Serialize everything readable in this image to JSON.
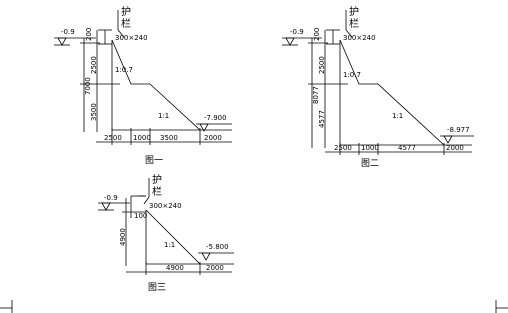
{
  "diagrams": [
    {
      "id": "fig1",
      "caption": "图一",
      "rail_label_1": "护",
      "rail_label_2": "栏",
      "top_level": "-0.9",
      "bottom_level": "-7.900",
      "beam_size": "300×240",
      "dim_top": "200",
      "dim_upper": "2500",
      "dim_lower": "3500",
      "dim_total": "7000",
      "slope_upper": "1:0.7",
      "slope_lower": "1:1",
      "bottom_dims": [
        "2500",
        "1000",
        "3500",
        "2000"
      ]
    },
    {
      "id": "fig2",
      "caption": "图二",
      "rail_label_1": "护",
      "rail_label_2": "栏",
      "top_level": "-0.9",
      "bottom_level": "-8.977",
      "beam_size": "300×240",
      "dim_top": "200",
      "dim_upper": "2500",
      "dim_lower": "4577",
      "dim_total": "8077",
      "slope_upper": "1:0.7",
      "slope_lower": "1:1",
      "bottom_dims": [
        "2500",
        "1000",
        "4577",
        "2000"
      ]
    },
    {
      "id": "fig3",
      "caption": "图三",
      "rail_label_1": "护",
      "rail_label_2": "栏",
      "top_level": "-0.9",
      "bottom_level": "-5.800",
      "beam_size": "300×240",
      "dim_top": "100",
      "dim_total": "4900",
      "slope_lower": "1:1",
      "bottom_dims": [
        "4900",
        "2000"
      ]
    }
  ]
}
